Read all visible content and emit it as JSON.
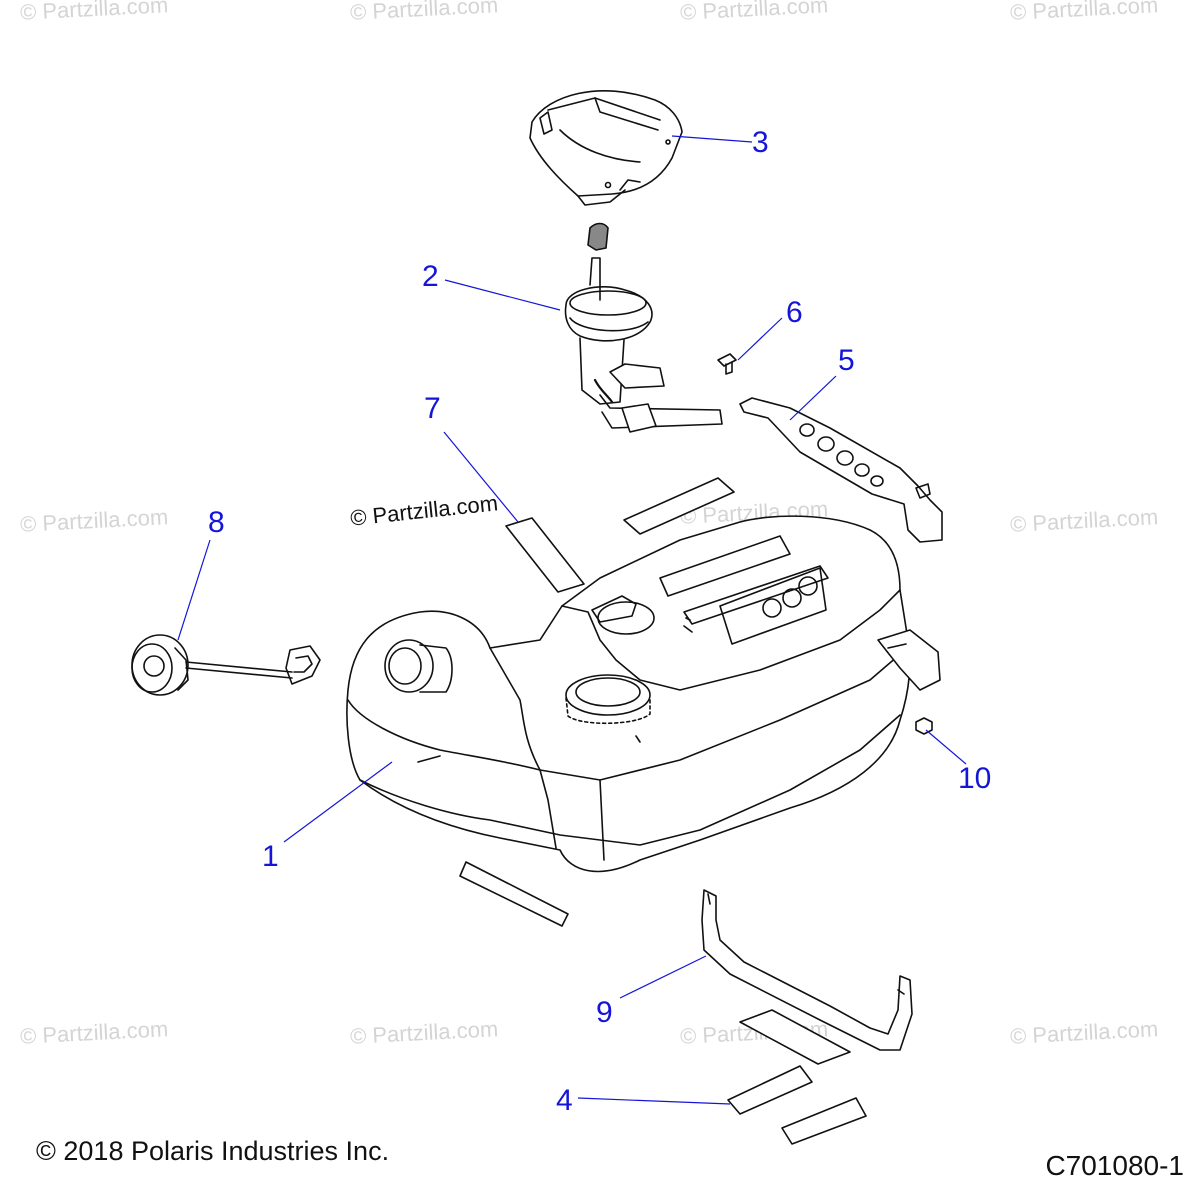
{
  "watermarks": {
    "text": "© Partzilla.com",
    "center_text": "© Partzilla.com"
  },
  "callouts": {
    "c1": "1",
    "c2": "2",
    "c3": "3",
    "c4": "4",
    "c5": "5",
    "c6": "6",
    "c7": "7",
    "c8": "8",
    "c9": "9",
    "c10": "10"
  },
  "footer": {
    "copyright": "© 2018 Polaris Industries Inc.",
    "diagram_id": "C701080-1"
  },
  "colors": {
    "callout": "#1515d8",
    "watermark": "#d4d4d4",
    "line": "#111111"
  }
}
